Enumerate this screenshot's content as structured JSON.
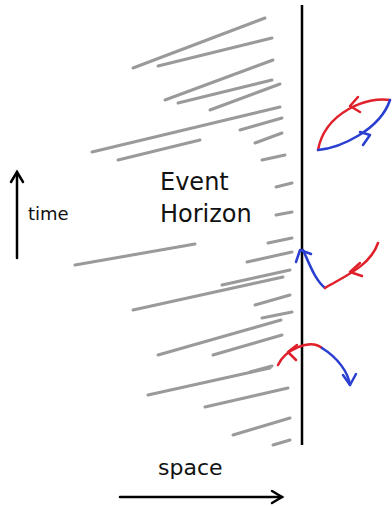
{
  "diagram": {
    "labels": [
      "Event Horizon",
      "time",
      "space"
    ]
  }
}
